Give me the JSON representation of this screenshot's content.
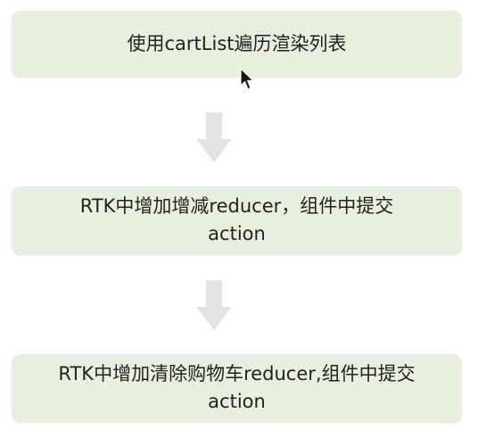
{
  "flow": {
    "steps": [
      {
        "text": "使用cartList遍历渲染列表"
      },
      {
        "line1": "RTK中增加增减reducer，组件中提交",
        "line2": "action"
      },
      {
        "line1": "RTK中增加清除购物车reducer,组件中提交",
        "line2": "action"
      }
    ]
  },
  "colors": {
    "box_fill": "#e9efdf",
    "arrow_fill": "#e3e3e3",
    "text": "#222222"
  },
  "icons": {
    "arrow": "arrow-down-icon",
    "cursor": "mouse-cursor-icon"
  }
}
